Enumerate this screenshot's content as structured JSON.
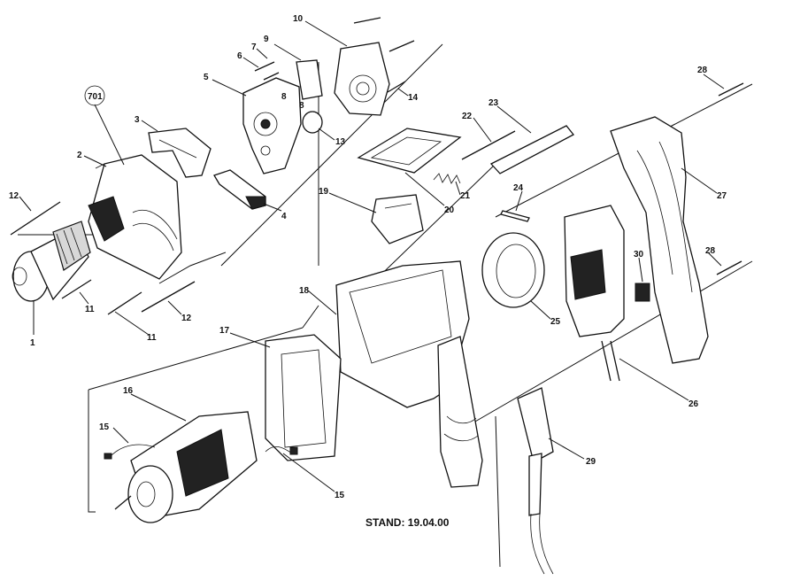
{
  "stand_text": "STAND: 19.04.00",
  "callouts": [
    "701",
    "1",
    "2",
    "3",
    "4",
    "5",
    "6",
    "7",
    "8",
    "8",
    "9",
    "10",
    "11",
    "11",
    "12",
    "12",
    "13",
    "14",
    "15",
    "15",
    "16",
    "17",
    "18",
    "19",
    "20",
    "21",
    "22",
    "23",
    "24",
    "25",
    "26",
    "27",
    "28",
    "28",
    "29",
    "30"
  ]
}
